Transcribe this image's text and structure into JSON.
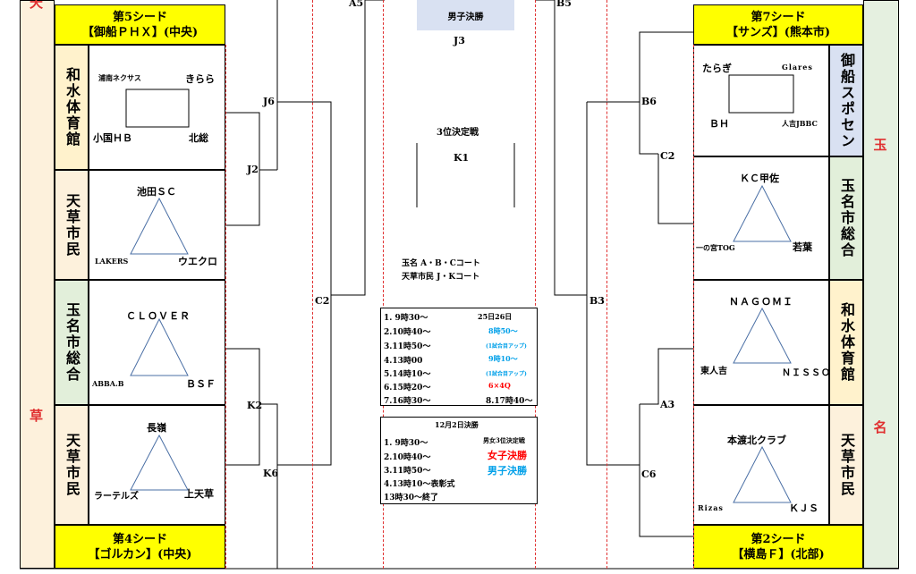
{
  "sides": {
    "left_top": "天",
    "left_bottom": "草",
    "right_top": "玉",
    "right_bottom": "名"
  },
  "venues": {
    "l1": "和水体育館",
    "l2": "天草市民",
    "l3": "玉名市総合",
    "l4": "天草市民",
    "r1": "御船スポセン",
    "r2": "玉名市総合",
    "r3": "和水体育館",
    "r4": "天草市民"
  },
  "seeds": {
    "s5_line1": "第5シード",
    "s5_line2": "【御船ＰＨＸ】(中央)",
    "s4_line1": "第4シード",
    "s4_line2": "【ゴルカン】(中央)",
    "s7_line1": "第7シード",
    "s7_line2": "【サンズ】(熊本市)",
    "s2_line1": "第2シード",
    "s2_line2": "【横島Ｆ】(北部)"
  },
  "groups": {
    "l1": {
      "a": "浦南ネクサス",
      "b": "きらら",
      "c": "小国ＨＢ",
      "d": "北総"
    },
    "l2": {
      "top": "池田ＳＣ",
      "bl": "LAKERS",
      "br": "ウエクロ"
    },
    "l3": {
      "top": "ＣＬＯＶＥＲ",
      "bl": "ABBA.B",
      "br": "ＢＳＦ"
    },
    "l4": {
      "top": "長嶺",
      "bl": "ラーテルズ",
      "br": "上天草"
    },
    "r1": {
      "a": "たらぎ",
      "b": "Glares",
      "c": "ＢＨ",
      "d": "人吉JBBC"
    },
    "r2": {
      "top": "ＫＣ甲佐",
      "bl": "一の宮TOG",
      "br": "若葉"
    },
    "r3": {
      "top": "ＮＡＧＯＭＩ",
      "bl": "東人吉",
      "br": "ＮＩＳＳＯ"
    },
    "r4": {
      "top": "本渡北クラブ",
      "bl": "Rizas",
      "br": "ＫＪＳ"
    }
  },
  "rounds": {
    "A5": "A5",
    "B5": "B5",
    "J6": "J6",
    "J2": "J2",
    "K2": "K2",
    "K6": "K6",
    "C2_left": "C2",
    "B6": "B6",
    "C2_right": "C2",
    "A3": "A3",
    "C6": "C6",
    "B3": "B3",
    "J3": "J3",
    "K1": "K1"
  },
  "center": {
    "final_label": "男子決勝",
    "third_place": "3位決定戦",
    "court1": "玉名 A・B・Cコート",
    "court2": "天草市民 J・Kコート"
  },
  "schedule1": {
    "rows": [
      "1. 9時30～",
      "2.10時40～",
      "3.11時50～",
      "4.13時00",
      "5.14時10～",
      "6.15時20～",
      "7.16時30～"
    ],
    "date": "25日26日",
    "notes": [
      "8時50～",
      "(1試合目アップ)",
      "9時10～",
      "(1試合目アップ)",
      "6×4Q",
      "8.17時40～"
    ]
  },
  "schedule2": {
    "title": "12月2日決勝",
    "rows": [
      "1. 9時30～",
      "2.10時40～",
      "3.11時50～",
      "4.13時10～表彰式",
      "13時30～終了"
    ],
    "note1": "男女3位決定戦",
    "note2": "女子決勝",
    "note3": "男子決勝"
  },
  "colors": {
    "seed_yellow": "#ffff00",
    "venue_cream": "#fff2cc",
    "venue_green": "#e2efda",
    "venue_lavender": "#d9e1f2",
    "side_cream": "#fdf1dc",
    "side_green": "#e5f0e0",
    "red_text": "#ff0000",
    "blue_text": "#0070c0"
  }
}
